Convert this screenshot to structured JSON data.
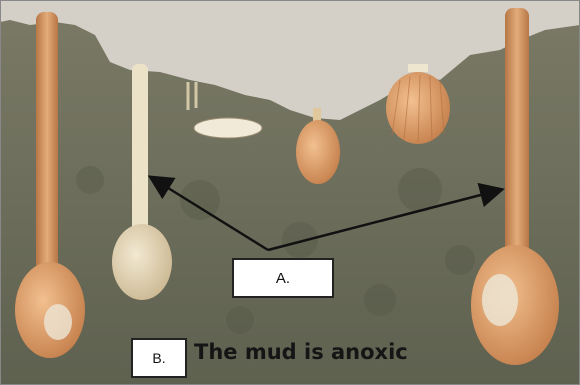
{
  "labels": {
    "a": "A.",
    "b": "B.",
    "b_caption": "The mud is anoxic"
  },
  "colors": {
    "mud": "#6b6c58",
    "water": "#d4d0c8",
    "shell": "#d99a68",
    "siphon": "#c98e5c",
    "arrow": "#111111"
  }
}
